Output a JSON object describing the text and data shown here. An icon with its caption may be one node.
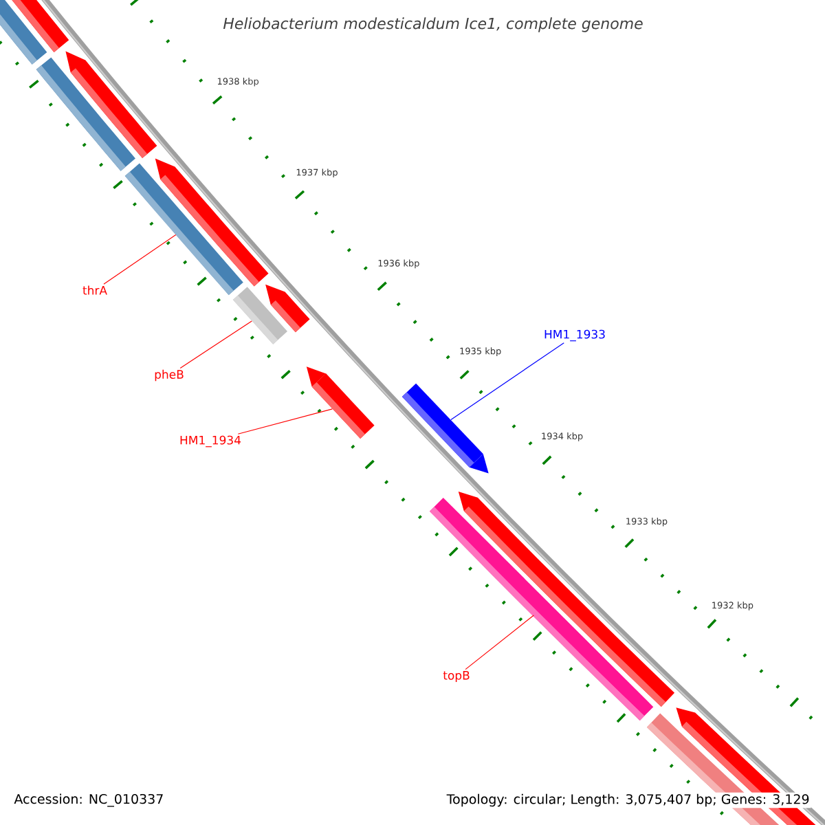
{
  "diagram": {
    "title": "Heliobacterium modesticaldum Ice1, complete genome",
    "nodes": [
      {
        "text": [
          "thrA"
        ]
      },
      {
        "text": [],
        "shape": "bar"
      },
      {
        "text": [
          "pheB"
        ]
      },
      {
        "text": [],
        "shape": "bar"
      },
      {
        "text": [
          "HM1_1934"
        ]
      },
      {
        "text": [],
        "shape": "bar"
      },
      {
        "text": [
          "HM1_1933"
        ]
      },
      {
        "text": [],
        "shape": "bar"
      },
      {
        "text": [
          "topB"
        ]
      },
      {
        "text": [],
        "shape": "bar"
      }
    ],
    "edges": [
      {
        "from": 0,
        "to": 1,
        "arrow": "none"
      },
      {
        "from": 2,
        "to": 3,
        "arrow": "none"
      },
      {
        "from": 4,
        "to": 5,
        "arrow": "none"
      },
      {
        "from": 6,
        "to": 7,
        "arrow": "none",
        "color": "#0000ff"
      },
      {
        "from": 8,
        "to": 9,
        "arrow": "none"
      }
    ],
    "labels": [
      "1938 kbp",
      "1937 kbp",
      "1936 kbp",
      "1935 kbp",
      "1934 kbp",
      "1933 kbp",
      "1932 kbp",
      "Accession: NC_010337",
      "Topology: circular; Length: 3,075,407 bp; Genes: 3,129"
    ]
  }
}
